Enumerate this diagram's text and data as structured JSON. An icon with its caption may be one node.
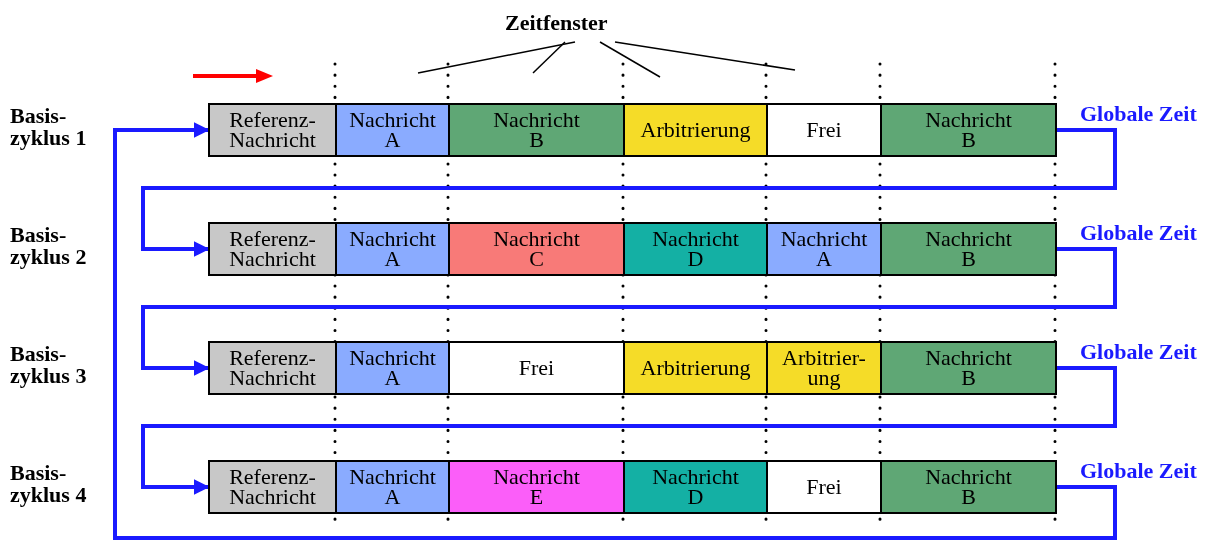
{
  "diagram": {
    "nodes": [
      {
        "text": [
          "Zeitfenster"
        ]
      },
      {
        "text": [
          "Referenz- Nachricht"
        ]
      },
      {
        "text": [
          "Nachricht A"
        ]
      },
      {
        "text": [
          "Nachricht B"
        ]
      },
      {
        "text": [
          "Arbitrierung"
        ]
      },
      {
        "text": [
          "Frei"
        ]
      },
      {
        "text": [
          "Nachricht B"
        ]
      },
      {
        "text": [
          "Referenz- Nachricht"
        ]
      },
      {
        "text": [
          "Nachricht A"
        ]
      },
      {
        "text": [
          "Nachricht C"
        ]
      },
      {
        "text": [
          "Nachricht D"
        ]
      },
      {
        "text": [
          "Nachricht A"
        ]
      },
      {
        "text": [
          "Nachricht B"
        ]
      },
      {
        "text": [
          "Referenz- Nachricht"
        ]
      },
      {
        "text": [
          "Nachricht A"
        ]
      },
      {
        "text": [
          "Frei"
        ]
      },
      {
        "text": [
          "Arbitrierung"
        ]
      },
      {
        "text": [
          "Arbitrier- ung"
        ]
      },
      {
        "text": [
          "Nachricht B"
        ]
      },
      {
        "text": [
          "Referenz- Nachricht"
        ]
      },
      {
        "text": [
          "Nachricht A"
        ]
      },
      {
        "text": [
          "Nachricht E"
        ]
      },
      {
        "text": [
          "Nachricht D"
        ]
      },
      {
        "text": [
          "Frei"
        ]
      },
      {
        "text": [
          "Nachricht B"
        ]
      }
    ],
    "edges": [
      {
        "from": 6,
        "to": 7,
        "arrow": "to",
        "style": "thick",
        "color": "#1a1aff"
      },
      {
        "from": 12,
        "to": 13,
        "arrow": "to",
        "style": "thick",
        "color": "#1a1aff"
      },
      {
        "from": 18,
        "to": 19,
        "arrow": "to",
        "style": "thick",
        "color": "#1a1aff"
      },
      {
        "from": 24,
        "to": 1,
        "arrow": "to",
        "style": "thick",
        "color": "#1a1aff"
      },
      {
        "from": 0,
        "to": null,
        "arrow": "none",
        "color": "#000000"
      },
      {
        "from": 0,
        "to": null,
        "arrow": "none",
        "color": "#000000"
      },
      {
        "from": 0,
        "to": null,
        "arrow": "none",
        "color": "#000000"
      },
      {
        "from": 0,
        "to": null,
        "arrow": "none",
        "color": "#000000"
      }
    ],
    "labels": [
      "Basis- zyklus 1",
      "Globale Zeit",
      "Basis- zyklus 2",
      "Globale Zeit",
      "Basis- zyklus 3",
      "Globale Zeit",
      "Basis- zyklus 4",
      "Globale Zeit"
    ]
  }
}
